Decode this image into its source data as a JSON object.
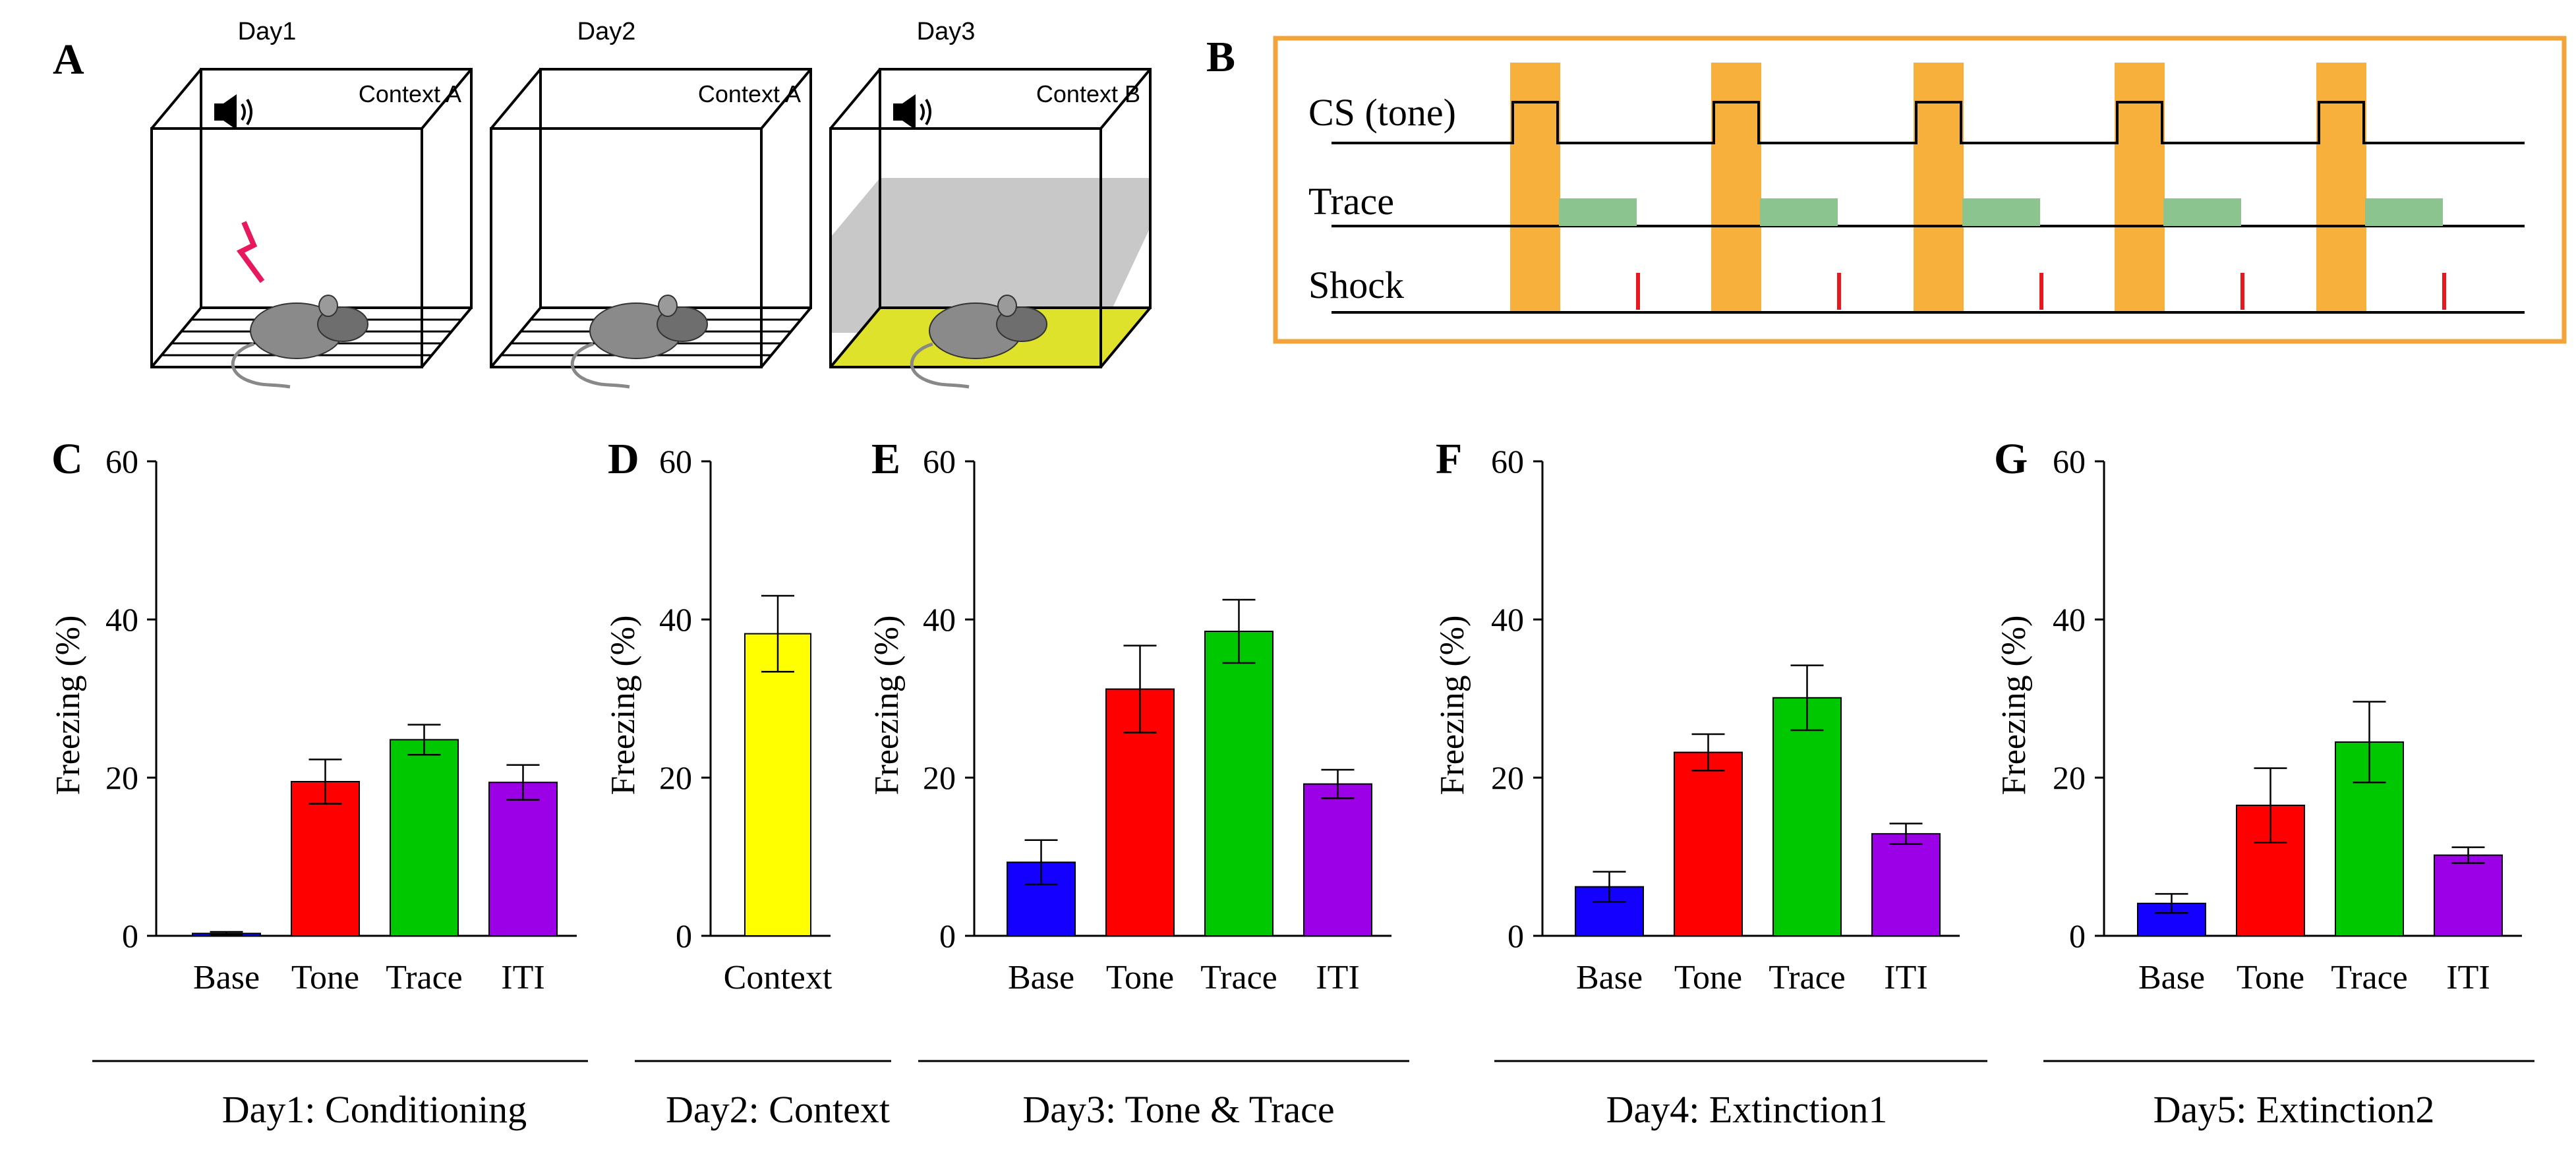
{
  "panel_letters": [
    "A",
    "B",
    "C",
    "D",
    "E",
    "F",
    "G"
  ],
  "schematic_a": {
    "boxes": [
      {
        "day": "Day1",
        "context": "Context A",
        "speaker": true,
        "shock": true,
        "floor": "grid"
      },
      {
        "day": "Day2",
        "context": "Context A",
        "speaker": false,
        "shock": false,
        "floor": "grid"
      },
      {
        "day": "Day3",
        "context": "Context B",
        "speaker": true,
        "shock": false,
        "floor": "solid"
      }
    ],
    "colors": {
      "shock": "#e8185f",
      "solid_floor": "#dfe22a",
      "wall_band": "#c8c8c8",
      "mouse": "#8a8a8a"
    }
  },
  "timeline_b": {
    "rows": [
      "CS (tone)",
      "Trace",
      "Shock"
    ],
    "trials": 5,
    "colors": {
      "border": "#f2a33a",
      "tone": "#f8b03c",
      "trace": "#8bc48f",
      "shock": "#e8181f"
    }
  },
  "chart_data": [
    {
      "panel": "C",
      "type": "bar",
      "categories": [
        "Base",
        "Tone",
        "Trace",
        "ITI"
      ],
      "values": [
        0.3,
        19.5,
        24.8,
        19.4
      ],
      "errors": [
        0.2,
        2.8,
        1.9,
        2.2
      ],
      "colors": [
        "#1400ff",
        "#ff0000",
        "#00c800",
        "#9b00e6"
      ],
      "ylabel": "Freezing (%)",
      "ylim": [
        0,
        60
      ],
      "yticks": [
        0,
        20,
        40,
        60
      ],
      "caption": "Day1: Conditioning"
    },
    {
      "panel": "D",
      "type": "bar",
      "categories": [
        "Context"
      ],
      "values": [
        38.2
      ],
      "errors": [
        4.8
      ],
      "colors": [
        "#ffff00"
      ],
      "ylabel": "Freezing (%)",
      "ylim": [
        0,
        60
      ],
      "yticks": [
        0,
        20,
        40,
        60
      ],
      "caption": "Day2: Context"
    },
    {
      "panel": "E",
      "type": "bar",
      "categories": [
        "Base",
        "Tone",
        "Trace",
        "ITI"
      ],
      "values": [
        9.3,
        31.2,
        38.5,
        19.2
      ],
      "errors": [
        2.8,
        5.5,
        4.0,
        1.8
      ],
      "colors": [
        "#1400ff",
        "#ff0000",
        "#00c800",
        "#9b00e6"
      ],
      "ylabel": "Freezing (%)",
      "ylim": [
        0,
        60
      ],
      "yticks": [
        0,
        20,
        40,
        60
      ],
      "caption": "Day3: Tone & Trace"
    },
    {
      "panel": "F",
      "type": "bar",
      "categories": [
        "Base",
        "Tone",
        "Trace",
        "ITI"
      ],
      "values": [
        6.2,
        23.2,
        30.1,
        12.9
      ],
      "errors": [
        1.9,
        2.3,
        4.1,
        1.3
      ],
      "colors": [
        "#1400ff",
        "#ff0000",
        "#00c800",
        "#9b00e6"
      ],
      "ylabel": "Freezing (%)",
      "ylim": [
        0,
        60
      ],
      "yticks": [
        0,
        20,
        40,
        60
      ],
      "caption": "Day4: Extinction1"
    },
    {
      "panel": "G",
      "type": "bar",
      "categories": [
        "Base",
        "Tone",
        "Trace",
        "ITI"
      ],
      "values": [
        4.1,
        16.5,
        24.5,
        10.2
      ],
      "errors": [
        1.2,
        4.7,
        5.1,
        1.0
      ],
      "colors": [
        "#1400ff",
        "#ff0000",
        "#00c800",
        "#9b00e6"
      ],
      "ylabel": "Freezing (%)",
      "ylim": [
        0,
        60
      ],
      "yticks": [
        0,
        20,
        40,
        60
      ],
      "caption": "Day5: Extinction2"
    }
  ]
}
